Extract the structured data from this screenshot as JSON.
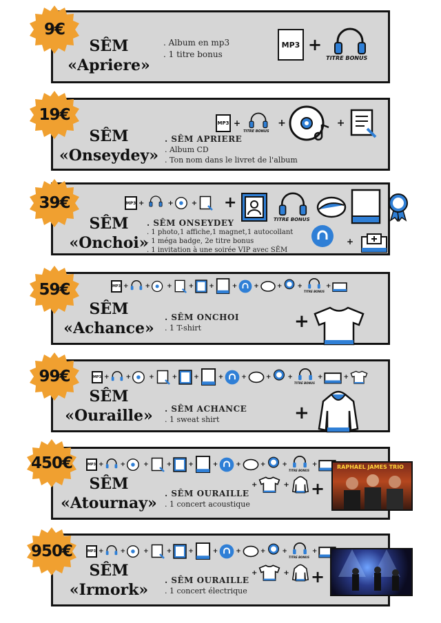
{
  "tiers": [
    {
      "price": "9€",
      "name1": "SÊM",
      "name2": "«Apriere»",
      "header": "",
      "lines": [
        ". Album en mp3",
        ". 1 titre bonus"
      ]
    },
    {
      "price": "19€",
      "name1": "SÊM",
      "name2": "«Onseydey»",
      "header": ". SÊM APRIERE",
      "lines": [
        ". Album CD",
        ". Ton nom dans le livret de l'album"
      ]
    },
    {
      "price": "39€",
      "name1": "SÊM",
      "name2": "«Onchoi»",
      "header": ". SÊM ONSEYDEY",
      "lines": [
        ". 1 photo,1 affiche,1 magnet,1 autocollant",
        ". 1 méga badge, 2e titre bonus",
        ". 1 invitation à une soirée VIP avec SÊM"
      ]
    },
    {
      "price": "59€",
      "name1": "SÊM",
      "name2": "«Achance»",
      "header": ". SÊM ONCHOI",
      "lines": [
        ". 1 T-shirt"
      ]
    },
    {
      "price": "99€",
      "name1": "SÊM",
      "name2": "«Ouraille»",
      "header": ". SÊM ACHANCE",
      "lines": [
        ". 1 sweat shirt"
      ]
    },
    {
      "price": "450€",
      "name1": "SÊM",
      "name2": "«Atournay»",
      "header": ". SÊM OURAILLE",
      "lines": [
        ". 1 concert acoustique"
      ]
    },
    {
      "price": "950€",
      "name1": "SÊM",
      "name2": "«Irmork»",
      "header": ". SÊM OURAILLE",
      "lines": [
        ". 1 concert électrique"
      ]
    }
  ],
  "labels": {
    "mp3": "MP3",
    "titre_bonus": "TITRE BONUS",
    "plus": "+"
  },
  "photos": {
    "band_caption": "RAPHAEL JAMES TRIO"
  },
  "colors": {
    "badge": "#f0a030",
    "panel": "#d6d6d6",
    "accent": "#2f7fd6"
  }
}
